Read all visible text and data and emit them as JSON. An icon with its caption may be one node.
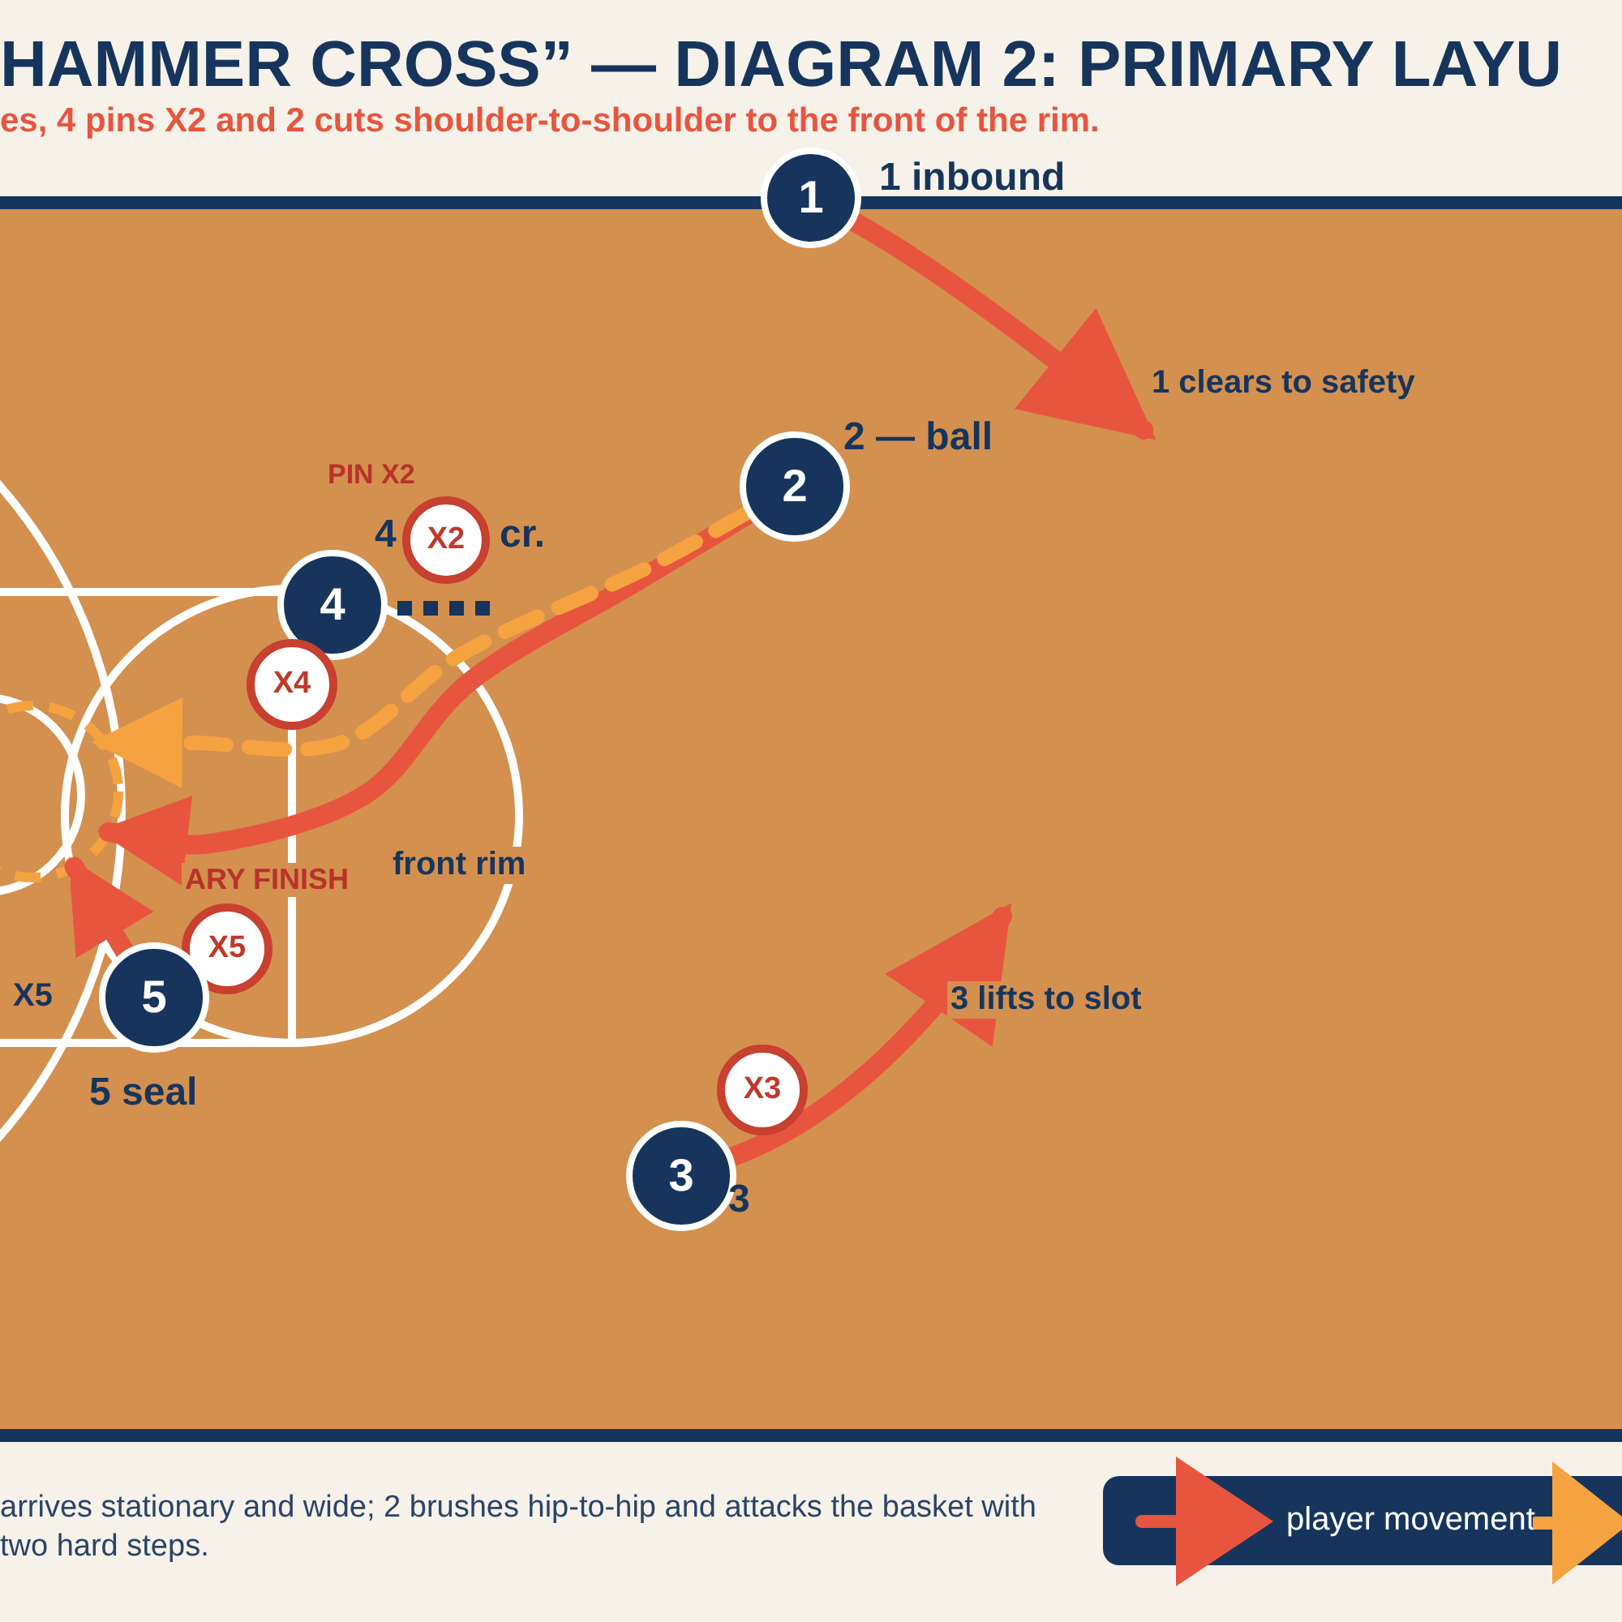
{
  "diagram": {
    "title": "HAMMER CROSS” — DIAGRAM 2: PRIMARY LAYU",
    "caption": "arrives stationary and wide; 2 brushes hip-to-hip and attacks the basket with two hard steps.",
    "nodes": [
      {
        "text": [
          "1"
        ],
        "beside": [
          "1 inbound"
        ]
      },
      {
        "text": [
          "2"
        ],
        "beside": [
          "2 — ball"
        ]
      },
      {
        "text": [
          "X2"
        ]
      },
      {
        "text": [
          "4"
        ]
      },
      {
        "text": [
          "X4"
        ]
      },
      {
        "text": [
          "X5"
        ]
      },
      {
        "text": [
          "5"
        ],
        "beside": [
          "5 seal"
        ]
      },
      {
        "text": [
          "X3"
        ]
      },
      {
        "text": [
          "3"
        ],
        "beside": [
          "3"
        ]
      },
      {
        "text": [],
        "shape": "circle"
      }
    ],
    "edges": [
      {
        "from": 0,
        "to": null,
        "arrow": "to",
        "label": "1 clears to safety"
      },
      {
        "from": 1,
        "to": 9,
        "arrow": "to",
        "label": "front rim"
      },
      {
        "from": 1,
        "to": 9,
        "arrow": "to",
        "style": "dashed",
        "color": "#f4a340"
      },
      {
        "from": 6,
        "to": 9,
        "arrow": "to"
      },
      {
        "from": 8,
        "to": null,
        "arrow": "to",
        "label": "3 lifts to slot"
      }
    ],
    "labels": [
      "es, 4 pins X2 and 2 cuts shoulder-to-shoulder to the front of the rim.",
      "PIN X2",
      "4",
      "cr.",
      "ARY FINISH",
      "X5"
    ],
    "legend": [
      {
        "text": "player movement"
      }
    ]
  }
}
